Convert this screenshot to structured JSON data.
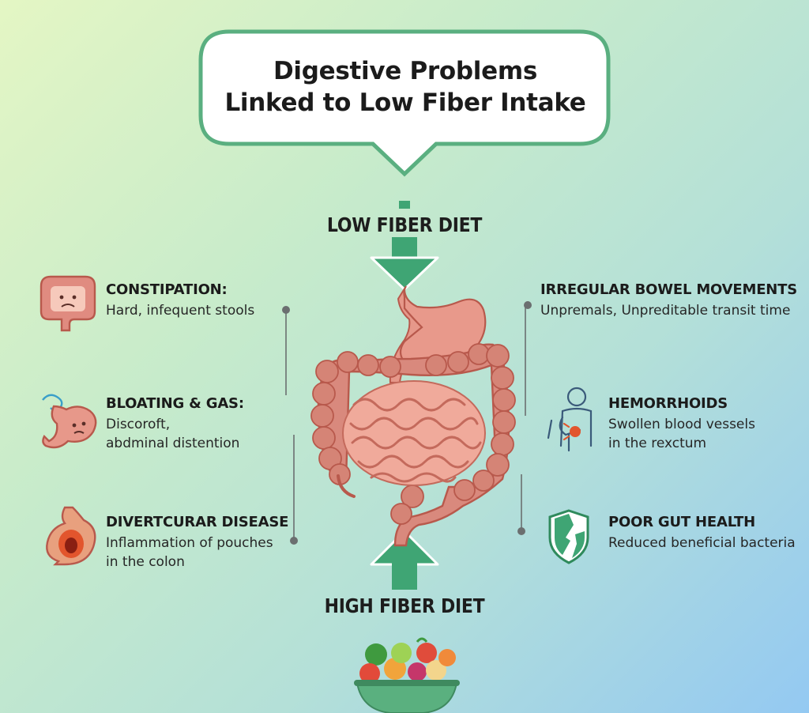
{
  "title": {
    "line1": "Digestive Problems",
    "line2": "Linked to Low Fiber Intake"
  },
  "diet": {
    "low": "LOW FIBER DIET",
    "high": "HIGH FIBER DIET"
  },
  "left_items": [
    {
      "heading": "CONSTIPATION:",
      "lines": [
        "Hard, infequent stools"
      ],
      "icon": "colon-icon"
    },
    {
      "heading": "BLOATING & GAS:",
      "lines": [
        "Discoroft,",
        "abdminal distention"
      ],
      "icon": "bloated-stomach-icon"
    },
    {
      "heading": "DIVERTCURAR DISEASE",
      "lines": [
        "Inflammation of pouches",
        "in the colon"
      ],
      "icon": "inflamed-colon-icon"
    }
  ],
  "right_items": [
    {
      "heading": "IRREGULAR BOWEL MOVEMENTS",
      "lines": [
        "Unpremals, Unpreditable transit time"
      ],
      "icon": ""
    },
    {
      "heading": "HEMORRHOIDS",
      "lines": [
        "Swollen blood vessels",
        "in the rexctum"
      ],
      "icon": "person-pain-icon"
    },
    {
      "heading": "POOR GUT HEALTH",
      "lines": [
        "Reduced beneficial bacteria"
      ],
      "icon": "shield-icon"
    }
  ],
  "colors": {
    "accent_green": "#3fa574",
    "border_green": "#5aaf80",
    "intestine": "#d9897d",
    "intestine_dark": "#b8594c"
  }
}
